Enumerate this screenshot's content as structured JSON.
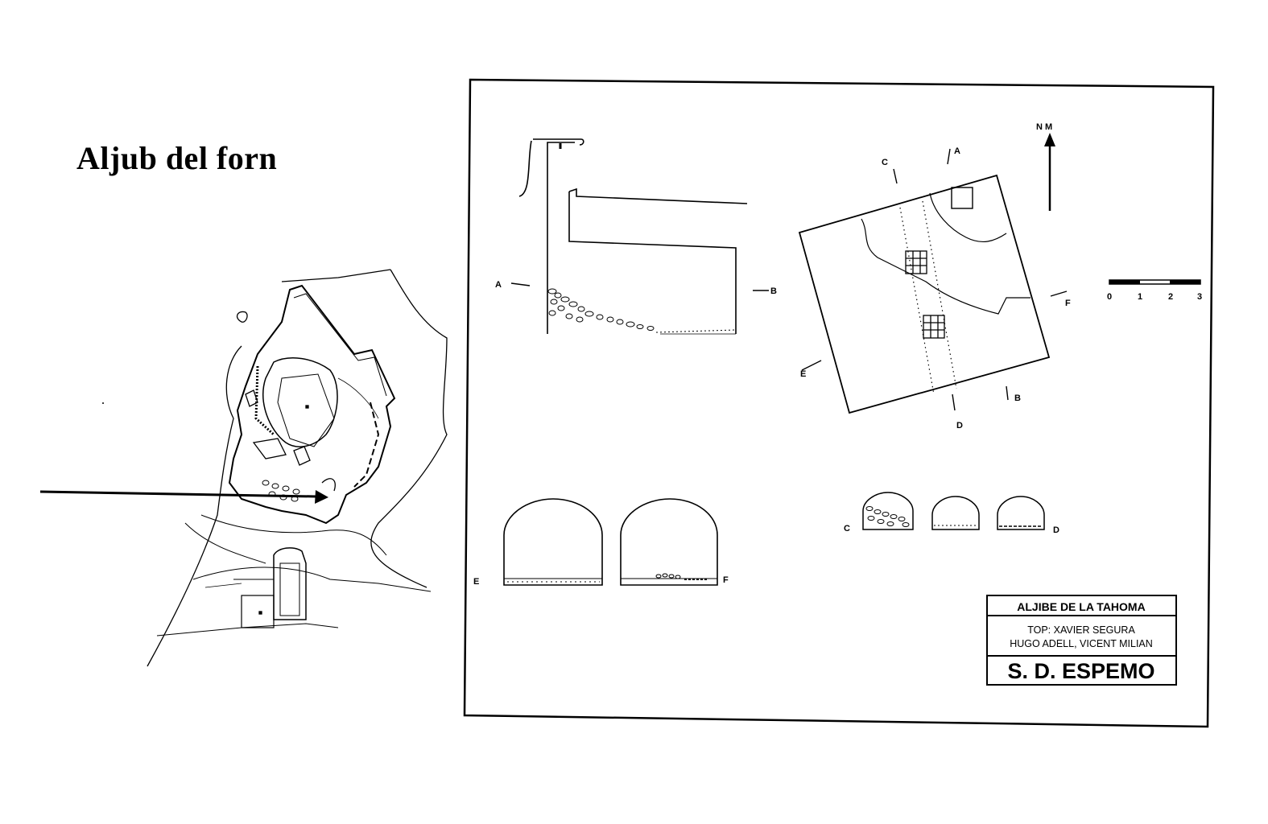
{
  "heading": "Aljub del forn",
  "section_labels": {
    "a": "A",
    "b": "B",
    "c": "C",
    "d": "D",
    "e": "E",
    "f": "F"
  },
  "north_label": "N M",
  "scale_ticks": [
    "0",
    "1",
    "2",
    "3"
  ],
  "title_block": {
    "name": "ALJIBE DE LA TAHOMA",
    "credit_line_1": "TOP:  XAVIER SEGURA",
    "credit_line_2": "HUGO ADELL,  VICENT MILIAN",
    "organization": "S. D. ESPEMO"
  }
}
